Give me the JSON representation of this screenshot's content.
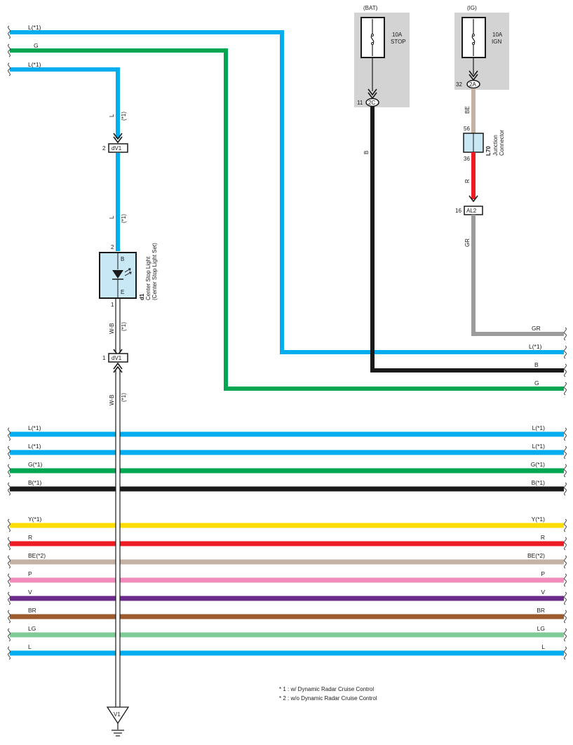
{
  "top_wires": [
    {
      "label": "L(*1)",
      "color": "#00aeef"
    },
    {
      "label": "G",
      "color": "#00a651"
    },
    {
      "label": "L(*1)",
      "color": "#00aeef"
    }
  ],
  "fuses": [
    {
      "source": "(BAT)",
      "rating": "10A",
      "name": "STOP",
      "pin": "11",
      "connector": "2C"
    },
    {
      "source": "(IG)",
      "rating": "10A",
      "name": "IGN",
      "pin": "32",
      "connector": "2A"
    }
  ],
  "wire_labels": {
    "l": "L",
    "star1": "(*1)",
    "b": "B",
    "be": "BE",
    "r": "R",
    "gr": "GR",
    "wb": "W-B"
  },
  "connectors": {
    "dv1_top": {
      "pin": "2",
      "name": "dV1"
    },
    "dv1_bottom": {
      "pin": "1",
      "name": "dV1"
    },
    "al2": {
      "pin": "16",
      "name": "AL2"
    }
  },
  "junction": {
    "code": "L70",
    "title_line1": "Junction",
    "title_line2": "Connector",
    "pin_top": "56",
    "pin_bottom": "36"
  },
  "lamp": {
    "code": "d1",
    "title_line1": "Center Stop Light",
    "title_line2": "(Center Stop Light Set)",
    "pin_top": "2",
    "pin_bottom": "1",
    "term_b": "B",
    "term_e": "E"
  },
  "right_outputs": [
    {
      "label": "GR",
      "color": "#9c9c9c"
    },
    {
      "label": "L(*1)",
      "color": "#00aeef"
    },
    {
      "label": "B",
      "color": "#1a1a1a"
    },
    {
      "label": "G",
      "color": "#00a651"
    }
  ],
  "bus": [
    {
      "left": "L(*1)",
      "right": "L(*1)",
      "color": "#00aeef"
    },
    {
      "left": "L(*1)",
      "right": "L(*1)",
      "color": "#00aeef"
    },
    {
      "left": "G(*1)",
      "right": "G(*1)",
      "color": "#00a651"
    },
    {
      "left": "B(*1)",
      "right": "B(*1)",
      "color": "#1a1a1a"
    },
    {
      "left": "Y(*1)",
      "right": "Y(*1)",
      "color": "#ffdd00"
    },
    {
      "left": "R",
      "right": "R",
      "color": "#ed1c24"
    },
    {
      "left": "BE(*2)",
      "right": "BE(*2)",
      "color": "#c4b3a4"
    },
    {
      "left": "P",
      "right": "P",
      "color": "#f08bbb"
    },
    {
      "left": "V",
      "right": "V",
      "color": "#6d2a8d"
    },
    {
      "left": "BR",
      "right": "BR",
      "color": "#9c5b2f"
    },
    {
      "left": "LG",
      "right": "LG",
      "color": "#7fcc96"
    },
    {
      "left": "L",
      "right": "L",
      "color": "#00aeef"
    }
  ],
  "ground": {
    "label": "V1"
  },
  "notes": [
    "* 1 : w/ Dynamic Radar Cruise Control",
    "* 2 : w/o Dynamic Radar Cruise Control"
  ],
  "colors": {
    "light_blue": "#00aeef",
    "green": "#00a651",
    "black": "#1a1a1a",
    "beige": "#c4b3a4",
    "red": "#ed1c24",
    "gray": "#9c9c9c",
    "box_fill": "#d3d3d3",
    "lamp_fill": "#c9e8f6"
  },
  "icons": [
    "fuse-icon",
    "led-icon",
    "ground-icon",
    "wire-break-icon"
  ]
}
